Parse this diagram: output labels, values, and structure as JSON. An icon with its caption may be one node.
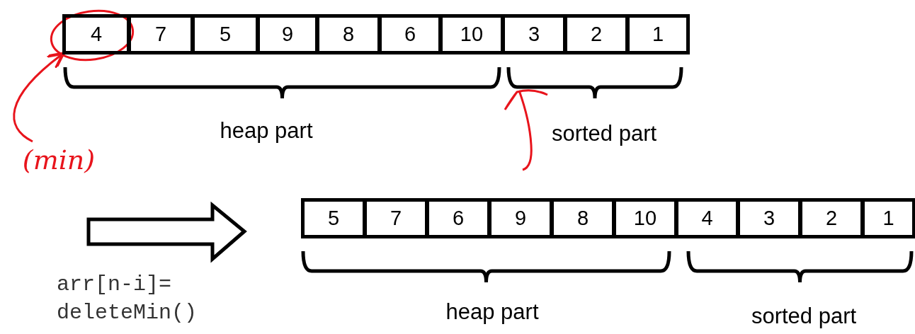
{
  "diagram": {
    "nodes": [
      {
        "text": [
          "4"
        ]
      },
      {
        "text": [
          "7"
        ]
      },
      {
        "text": [
          "5"
        ]
      },
      {
        "text": [
          "9"
        ]
      },
      {
        "text": [
          "8"
        ]
      },
      {
        "text": [
          "6"
        ]
      },
      {
        "text": [
          "10"
        ]
      },
      {
        "text": [
          "3"
        ]
      },
      {
        "text": [
          "2"
        ]
      },
      {
        "text": [
          "1"
        ]
      },
      {
        "text": [
          "5"
        ]
      },
      {
        "text": [
          "7"
        ]
      },
      {
        "text": [
          "6"
        ]
      },
      {
        "text": [
          "9"
        ]
      },
      {
        "text": [
          "8"
        ]
      },
      {
        "text": [
          "10"
        ]
      },
      {
        "text": [
          "4"
        ]
      },
      {
        "text": [
          "3"
        ]
      },
      {
        "text": [
          "2"
        ]
      },
      {
        "text": [
          "1"
        ]
      },
      {
        "text": [
          "(min)"
        ]
      }
    ],
    "edges": [
      {
        "from": 20,
        "to": 0,
        "arrow": "to",
        "color": "#e8141c"
      }
    ],
    "labels": [
      "heap part",
      "sorted part",
      "arr[n-i]= deleteMin()",
      "heap part",
      "sorted part"
    ]
  }
}
